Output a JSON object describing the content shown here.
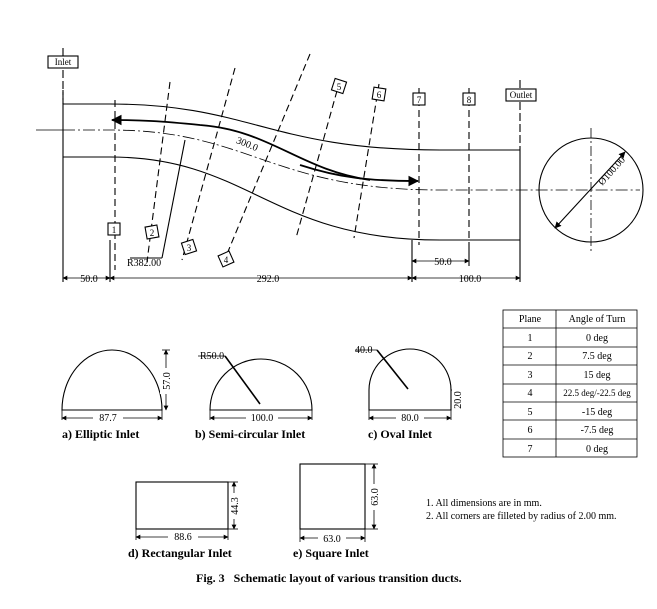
{
  "layout_labels": {
    "inlet": "Inlet",
    "outlet": "Outlet",
    "planes": [
      "1",
      "2",
      "3",
      "4",
      "5",
      "6",
      "7",
      "8"
    ],
    "centerline_length": "300.0",
    "radius": "R382.00",
    "diameter": "Ø100.00",
    "dim_50_left": "50.0",
    "dim_292": "292.0",
    "dim_50_right": "50.0",
    "dim_100": "100.0"
  },
  "inlets": {
    "elliptic": {
      "label": "a) Elliptic Inlet",
      "width": "87.7",
      "height": "57.0"
    },
    "semicircular": {
      "label": "b) Semi-circular Inlet",
      "width": "100.0",
      "radius": "R50.0"
    },
    "oval": {
      "label": "c) Oval Inlet",
      "width": "80.0",
      "height": "20.0",
      "radius": "40.0"
    },
    "rectangular": {
      "label": "d) Rectangular Inlet",
      "width": "88.6",
      "height": "44.3"
    },
    "square": {
      "label": "e) Square Inlet",
      "width": "63.0",
      "height": "63.0"
    }
  },
  "table": {
    "headers": [
      "Plane",
      "Angle of Turn"
    ],
    "rows": [
      [
        "1",
        "0 deg"
      ],
      [
        "2",
        "7.5 deg"
      ],
      [
        "3",
        "15 deg"
      ],
      [
        "4",
        "22.5 deg/-22.5 deg"
      ],
      [
        "5",
        "-15 deg"
      ],
      [
        "6",
        "-7.5 deg"
      ],
      [
        "7",
        "0 deg"
      ]
    ]
  },
  "notes": [
    "1. All dimensions are in mm.",
    "2. All corners are filleted by radius of 2.00 mm."
  ],
  "caption": "Fig. 3   Schematic layout of various transition ducts."
}
